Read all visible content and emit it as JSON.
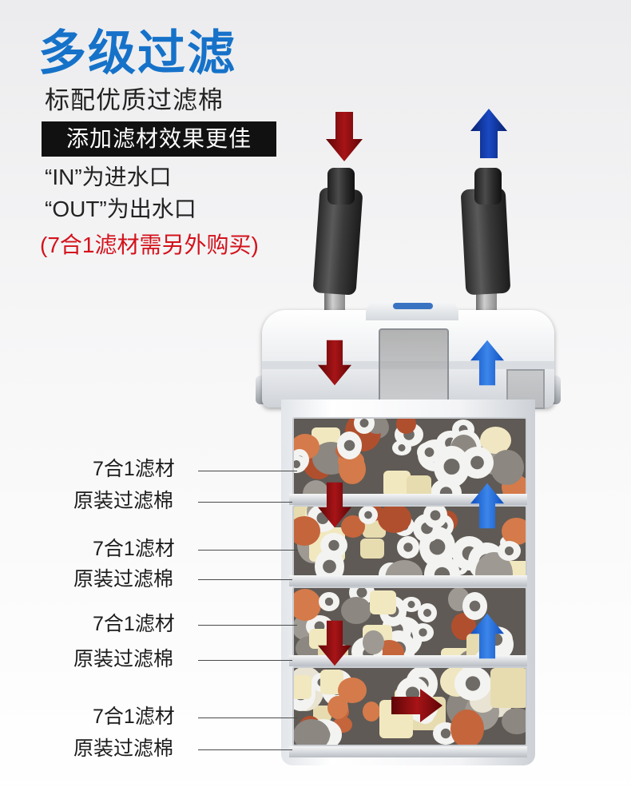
{
  "header": {
    "title": "多级过滤",
    "subtitle": "标配优质过滤棉",
    "tag": "添加滤材效果更佳"
  },
  "notes": {
    "in": "“IN”为进水口",
    "out": "“OUT”为出水口",
    "purchase": "(7合1滤材需另外购买)"
  },
  "colors": {
    "title_blue": "#1672c9",
    "note_red": "#d4121b",
    "arrow_in": "#8d0d0f",
    "arrow_out_dark": "#0d3aa8",
    "arrow_out_light": "#2a6fd6"
  },
  "layers": [
    {
      "media": "7合1滤材",
      "cotton": "原装过滤棉"
    },
    {
      "media": "7合1滤材",
      "cotton": "原装过滤棉"
    },
    {
      "media": "7合1滤材",
      "cotton": "原装过滤棉"
    },
    {
      "media": "7合1滤材",
      "cotton": "原装过滤棉"
    }
  ],
  "icons": {
    "flow_in": "arrow-down-icon",
    "flow_out": "arrow-up-icon",
    "flow_side": "arrow-right-icon"
  }
}
